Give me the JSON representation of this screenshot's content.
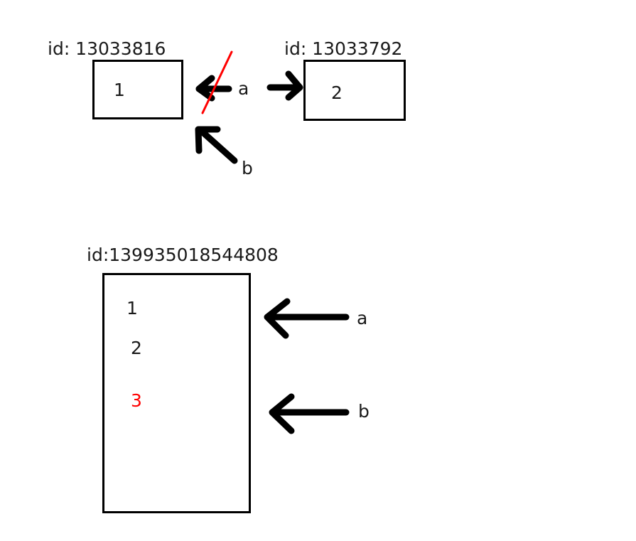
{
  "diagram1": {
    "obj1": {
      "id_label": "id: 13033816",
      "value": "1"
    },
    "obj2": {
      "id_label": "id: 13033792",
      "value": "2"
    },
    "var_a": "a",
    "var_b": "b"
  },
  "diagram2": {
    "obj": {
      "id_label": "id:139935018544808",
      "items": [
        "1",
        "2",
        "3"
      ]
    },
    "var_a": "a",
    "var_b": "b"
  },
  "colors": {
    "stroke": "#000000",
    "highlight": "#ff0000"
  }
}
